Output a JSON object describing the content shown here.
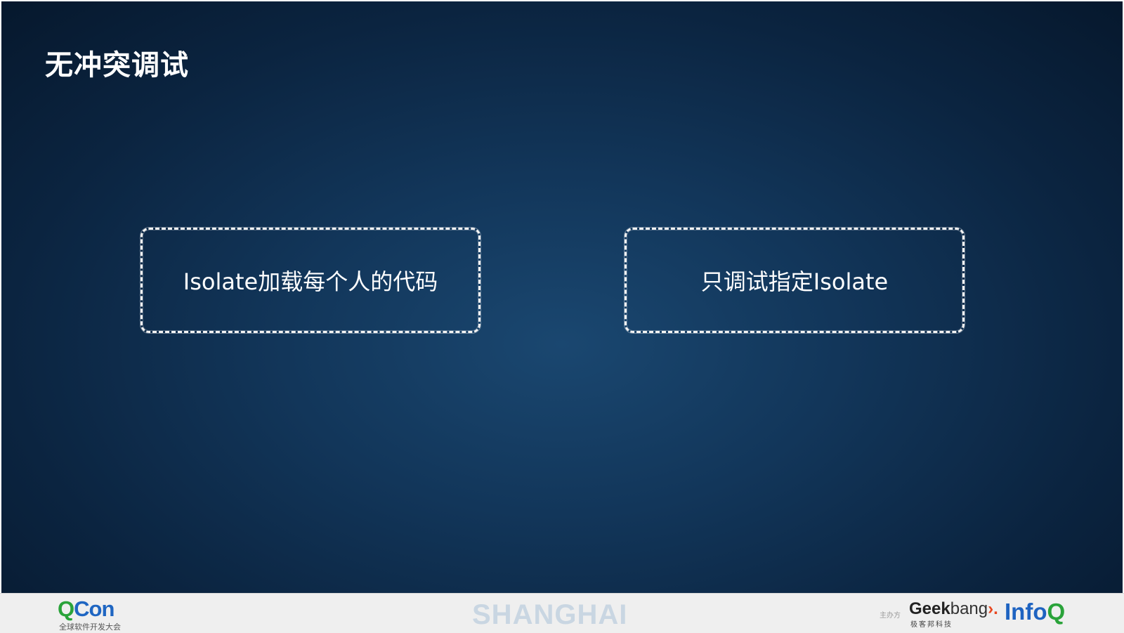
{
  "slide": {
    "title": "无冲突调试",
    "boxes": [
      {
        "text": "Isolate加载每个人的代码"
      },
      {
        "text": "只调试指定Isolate"
      }
    ]
  },
  "footer": {
    "qcon_q": "Q",
    "qcon_con": "Con",
    "qcon_subtitle": "全球软件开发大会",
    "city": "SHANGHAI",
    "organizer_label": "主办方",
    "geek_main": "Geek",
    "geek_bang": "bang",
    "geek_arrow": "›.",
    "geek_subtitle": "极客邦科技",
    "infoq_info": "Info",
    "infoq_q": "Q"
  },
  "colors": {
    "background_center": "#1a4770",
    "background_edge": "#06182d",
    "qcon_green": "#2aa33a",
    "qcon_blue": "#1f66c2",
    "city_text": "#c9d6e2",
    "geek_arrow": "#e8461f"
  }
}
